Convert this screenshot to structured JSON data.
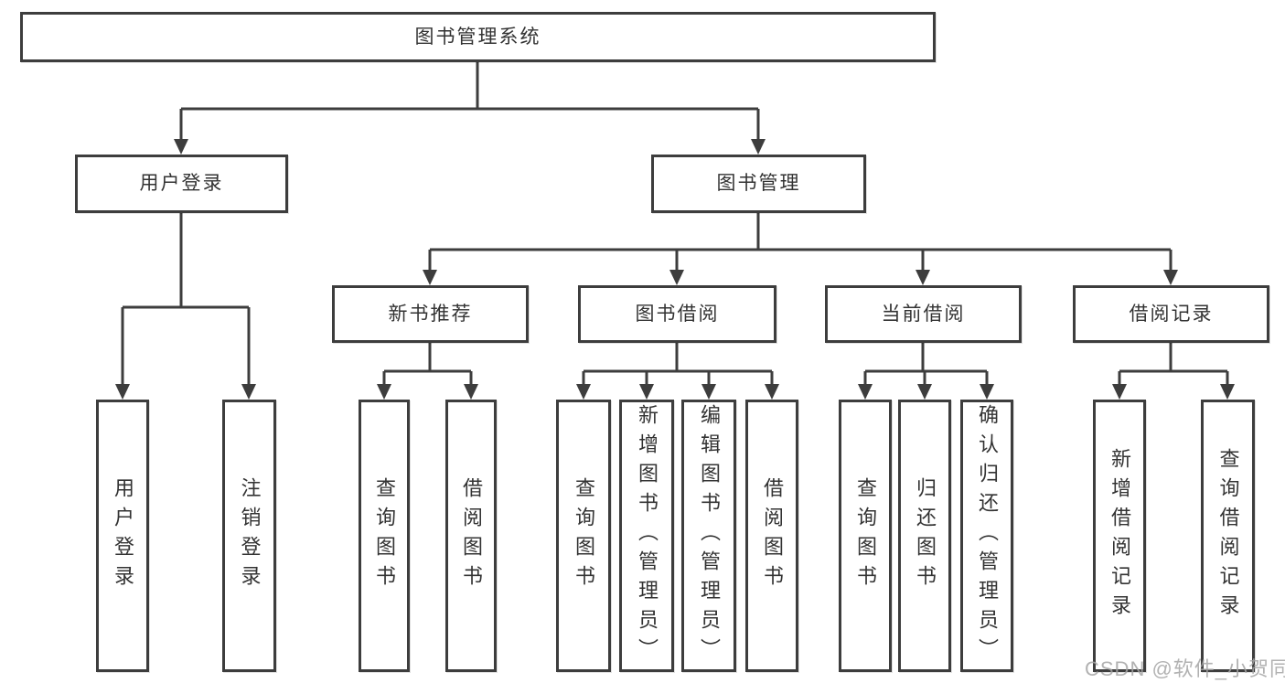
{
  "watermark": "CSDN @软件_小贺同学",
  "colors": {
    "line": "#3d3d3d",
    "text": "#333333",
    "watermark": "#a5a5a5",
    "background": "#ffffff"
  },
  "tree": {
    "label": "图书管理系统",
    "children": [
      {
        "label": "用户登录",
        "children": [
          {
            "label": "用户登录"
          },
          {
            "label": "注销登录"
          }
        ]
      },
      {
        "label": "图书管理",
        "children": [
          {
            "label": "新书推荐",
            "children": [
              {
                "label": "查询图书"
              },
              {
                "label": "借阅图书"
              }
            ]
          },
          {
            "label": "图书借阅",
            "children": [
              {
                "label": "查询图书"
              },
              {
                "label": "新增图书（管理员）"
              },
              {
                "label": "编辑图书（管理员）"
              },
              {
                "label": "借阅图书"
              }
            ]
          },
          {
            "label": "当前借阅",
            "children": [
              {
                "label": "查询图书"
              },
              {
                "label": "归还图书"
              },
              {
                "label": "确认归还（管理员）"
              }
            ]
          },
          {
            "label": "借阅记录",
            "children": [
              {
                "label": "新增借阅记录"
              },
              {
                "label": "查询借阅记录"
              }
            ]
          }
        ]
      }
    ]
  }
}
